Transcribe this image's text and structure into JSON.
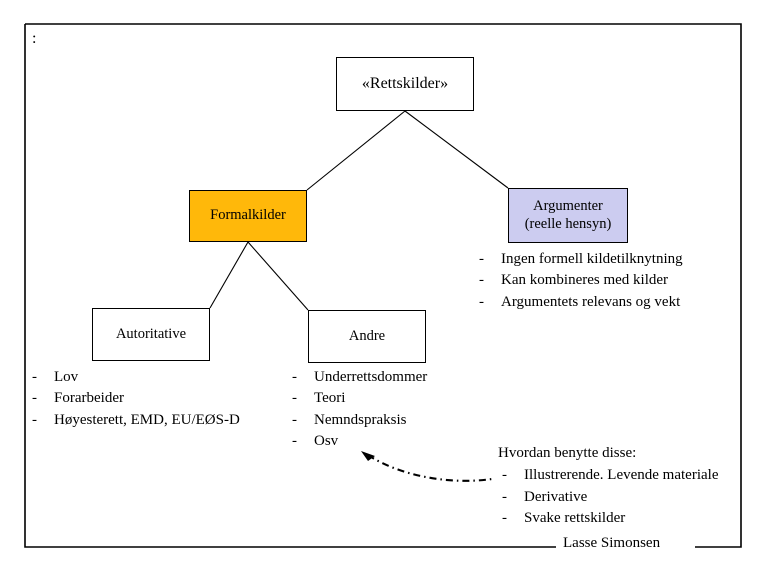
{
  "page": {
    "top_marker": ":",
    "signature": "Lasse Simonsen"
  },
  "diagram": {
    "type": "hierarchy-tree",
    "nodes": {
      "root": {
        "label": "«Rettskilder»",
        "fill": "#FFFFFF",
        "border": "#000000"
      },
      "formalkilder": {
        "label": "Formalkilder",
        "fill": "#FFB80A",
        "border": "#000000"
      },
      "argumenter": {
        "label_line1": "Argumenter",
        "label_line2": "(reelle hensyn)",
        "fill": "#CCCCF0",
        "border": "#000000"
      },
      "autoritative": {
        "label": "Autoritative",
        "fill": "#FFFFFF",
        "border": "#000000"
      },
      "andre": {
        "label": "Andre",
        "fill": "#FFFFFF",
        "border": "#000000"
      }
    },
    "bullet_mark": "-",
    "lists": {
      "argumenter": [
        "Ingen formell kildetilknytning",
        "Kan kombineres med kilder",
        "Argumentets relevans og vekt"
      ],
      "autoritative": [
        "Lov",
        "Forarbeider",
        "Høyesterett, EMD, EU/EØS-D"
      ],
      "andre": [
        "Underrettsdommer",
        "Teori",
        "Nemndspraksis",
        "Osv"
      ]
    },
    "howto": {
      "heading": "Hvordan benytte disse:",
      "items": [
        "Illustrerende. Levende materiale",
        "Derivative",
        "Svake rettskilder"
      ]
    }
  }
}
